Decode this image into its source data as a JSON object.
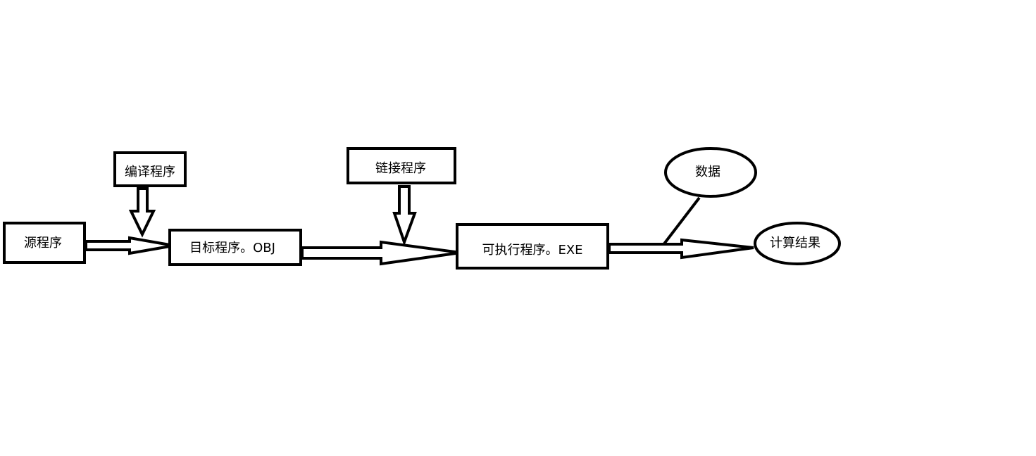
{
  "nodes": {
    "source": "源程序",
    "compiler": "编译程序",
    "object": "目标程序。OBJ",
    "linker": "链接程序",
    "executable": "可执行程序。EXE",
    "data": "数据",
    "result": "计算结果"
  },
  "colors": {
    "stroke": "#000000",
    "fill": "#ffffff"
  }
}
